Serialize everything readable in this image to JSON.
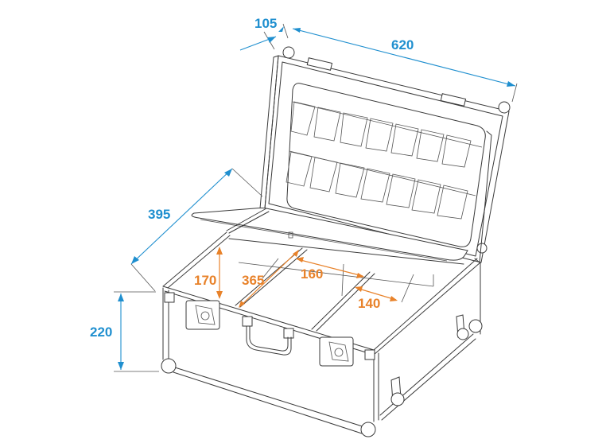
{
  "diagram": {
    "type": "technical line drawing",
    "subject": "flight case with opened lid, cable/utility pockets in lid, tray insert, dividers, handles, butterfly locks and wheels",
    "colors": {
      "outer_dimension": "#1f8fcf",
      "inner_dimension": "#e8822a",
      "line": "#3a3a3a",
      "background": "#ffffff"
    },
    "outer_dimensions": {
      "lid_depth": "105",
      "width": "620",
      "depth": "395",
      "height": "220"
    },
    "inner_dimensions": {
      "inner_height": "170",
      "inner_depth": "365",
      "compartment_1_width": "160",
      "compartment_2_width": "140"
    },
    "lid_pockets": {
      "rows": 2,
      "per_row": 7
    }
  }
}
